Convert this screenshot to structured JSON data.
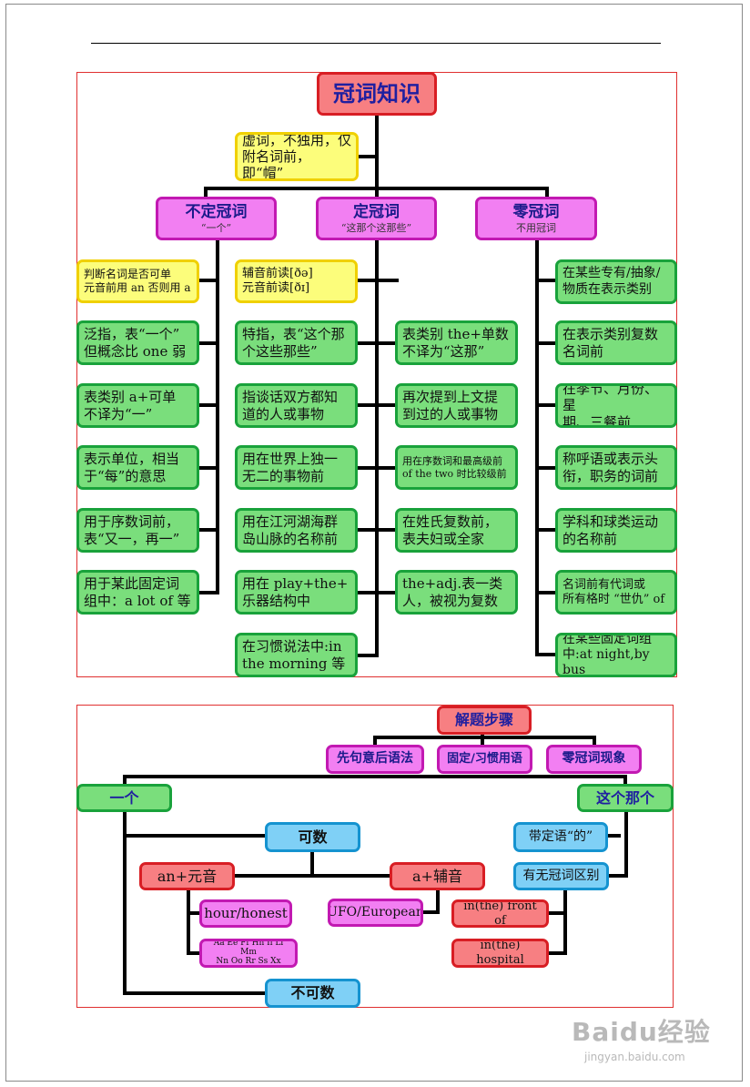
{
  "top": {
    "title": "冠词知识",
    "note": [
      "虚词，不独用，仅",
      "附名词前，即“帽”"
    ],
    "indefinite": {
      "title": "不定冠词",
      "sub": "“一个”"
    },
    "definite": {
      "title": "定冠词",
      "sub": "“这那个这那些”"
    },
    "zero": {
      "title": "零冠词",
      "sub": "不用冠词"
    },
    "indef_note": [
      "判断名词是否可单",
      "元音前用 an 否则用 a"
    ],
    "def_note": [
      "辅音前读[ðə]",
      "元音前读[ðɪ]"
    ],
    "indef_items": [
      [
        "泛指，表“一个”",
        "但概念比 one 弱"
      ],
      [
        "表类别 a+可单",
        "不译为“一”"
      ],
      [
        "表示单位，相当",
        "于“每”的意思"
      ],
      [
        "用于序数词前，",
        "表“又一，再一”"
      ],
      [
        "用于某此固定词",
        "组中：a lot of 等"
      ]
    ],
    "def_left": [
      [
        "特指，表“这个那",
        "个这些那些”"
      ],
      [
        "指谈话双方都知",
        "道的人或事物"
      ],
      [
        "用在世界上独一",
        "无二的事物前"
      ],
      [
        "用在江河湖海群",
        "岛山脉的名称前"
      ],
      [
        "用在 play+the+",
        "乐器结构中"
      ],
      [
        "在习惯说法中:in",
        "the morning 等"
      ]
    ],
    "def_right": [
      [
        "表类别 the+单数",
        "不译为“这那”"
      ],
      [
        "再次提到上文提",
        "到过的人或事物"
      ],
      [
        "用在序数词和最高级前",
        "of the two 时比较级前"
      ],
      [
        "在姓氏复数前，",
        "表夫妇或全家"
      ],
      [
        "the+adj.表一类",
        "人，被视为复数"
      ]
    ],
    "zero_items": [
      [
        "在某些专有/抽象/",
        "物质在表示类别"
      ],
      [
        "在表示类别复数",
        "名词前"
      ],
      [
        "在季节、月份、星",
        "期、三餐前"
      ],
      [
        "称呼语或表示头",
        "衔，职务的词前"
      ],
      [
        "学科和球类运动",
        "的名称前"
      ],
      [
        "名词前有代词或",
        "所有格时 “世仇” of"
      ],
      [
        "在某些固定词组",
        "中:at night,by bus"
      ]
    ]
  },
  "bottom": {
    "title": "解题步骤",
    "steps": [
      "先句意后语法",
      "固定/习惯用语",
      "零冠词现象"
    ],
    "one": "一个",
    "this_that": "这个那个",
    "countable": "可数",
    "uncountable": "不可数",
    "an_vowel": "an+元音",
    "a_consonant": "a+辅音",
    "hour": "hour/honest",
    "letters": [
      "Aa Ee Ff Hh Ii Ll Mm",
      "Nn Oo Rr Ss Xx"
    ],
    "ufo": "UFO/European",
    "front": "in(the) front of",
    "hospital": "in(the) hospital",
    "attributive": "带定语“的”",
    "difference": "有无冠词区别"
  },
  "watermark": {
    "brand": "Baidu经验",
    "url": "jingyan.baidu.com"
  },
  "colors": {
    "red": "#f77f82",
    "magenta": "#f27ff2",
    "yellow": "#fcfd7b",
    "green": "#7ade7c",
    "blue": "#7fd0f6",
    "panel_border": "#e03030"
  }
}
